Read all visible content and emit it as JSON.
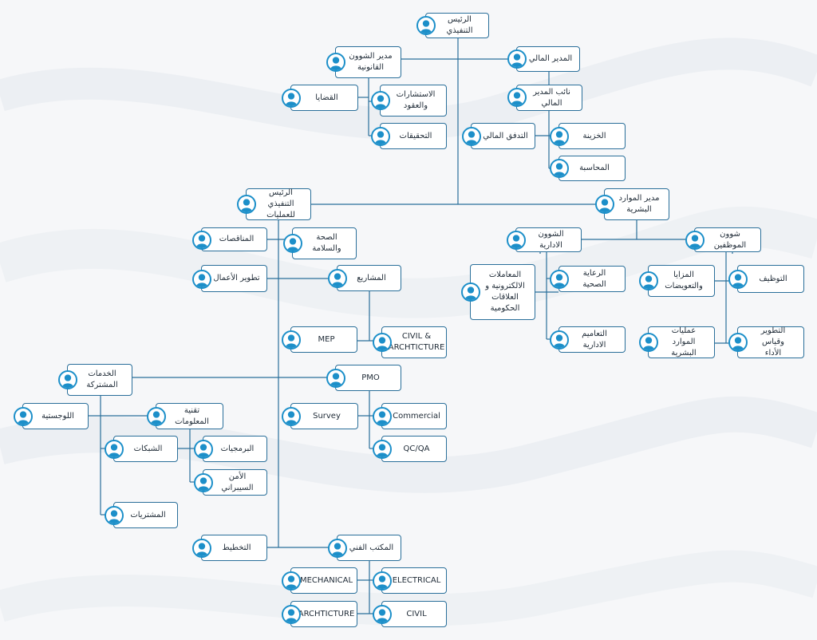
{
  "colors": {
    "box_border": "#2a6f9a",
    "avatar": "#1c8fc9",
    "line": "#2a6f9a"
  },
  "nodes": {
    "ceo": "الرئيس التنفيذي",
    "cfo": "المدير المالي",
    "deputy_cfo": "نائب المدير المالي",
    "cashflow": "التدفق المالي",
    "treasury": "الخزينة",
    "accounting": "المحاسبة",
    "legal": "مدير الشوون\nالقانونية",
    "cases": "القضايا",
    "consulting": "الاستشارات\nوالعقود",
    "investigations": "التحقيقات",
    "hr_director": "مدير الموارد\nالبشرية",
    "admin_affairs": "الشوون الادارية",
    "employee_affairs": "شوون الموظفين",
    "electronic_tx": "المعاملات\nالالكترونية و\nالعلاقات\nالحكومية",
    "healthcare": "الرعاية الصحية",
    "circulars": "التعاميم الادارية",
    "benefits": "المزايا\nوالتعويضات",
    "hiring": "التوظيف",
    "hr_ops": "عمليات الموارد\nالبشرية",
    "performance": "التطوير وقياس\nالأداء",
    "coo": "الرئيس التنفيذي\nللعمليات",
    "tenders": "المناقصات",
    "hse": "الصحة\nوالسلامة",
    "bizdev": "تطوير الأعمال",
    "projects": "المشاريع",
    "mep": "MEP",
    "civil_arch": "CIVIL &\nARCHTICTURE",
    "pmo": "PMO",
    "survey": "Survey",
    "commercial": "Commercial",
    "qcqa": "QC/QA",
    "shared": "الخدمات\nالمشتركة",
    "logistics": "اللوجستية",
    "it": "تقنية المعلومات",
    "networks": "الشبكات",
    "programming": "البرمجيات",
    "cyber": "الأمن السيبراني",
    "procurement": "المشتريات",
    "planning": "التخطيط",
    "tech_office": "المكتب الفني",
    "mechanical": "MECHANICAL",
    "electrical": "ELECTRICAL",
    "archticture": "ARCHTICTURE",
    "civil": "CIVIL"
  }
}
